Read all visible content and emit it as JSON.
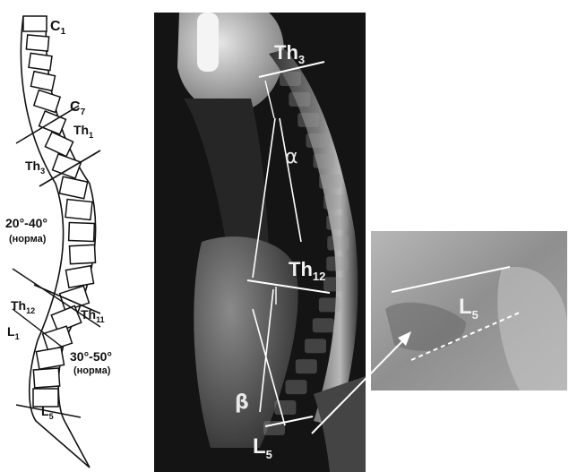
{
  "colors": {
    "background": "#ffffff",
    "xray_dark": "#141414",
    "xray_bone": "#bdbdbd",
    "overlay_line": "#ffffff",
    "schematic_line": "#111111"
  },
  "schematic": {
    "labels": {
      "c1": {
        "main": "C",
        "sub": "1"
      },
      "c7": {
        "main": "C",
        "sub": "7"
      },
      "th1": {
        "main": "Th",
        "sub": "1"
      },
      "th3": {
        "main": "Th",
        "sub": "3"
      },
      "kyphosis_range": "20°-40°",
      "kyphosis_note": "(норма)",
      "th12": {
        "main": "Th",
        "sub": "12"
      },
      "th11": {
        "main": "Th",
        "sub": "11"
      },
      "l1": {
        "main": "L",
        "sub": "1"
      },
      "lordosis_range": "30°-50°",
      "lordosis_note": "(норма)",
      "l5": {
        "main": "L",
        "sub": "5"
      }
    }
  },
  "radiograph": {
    "labels": {
      "th3": {
        "main": "Th",
        "sub": "3"
      },
      "alpha": "α",
      "th12": {
        "main": "Th",
        "sub": "12"
      },
      "beta": "β",
      "l5": {
        "main": "L",
        "sub": "5"
      }
    }
  },
  "inset": {
    "labels": {
      "l5": {
        "main": "L",
        "sub": "5"
      }
    }
  }
}
